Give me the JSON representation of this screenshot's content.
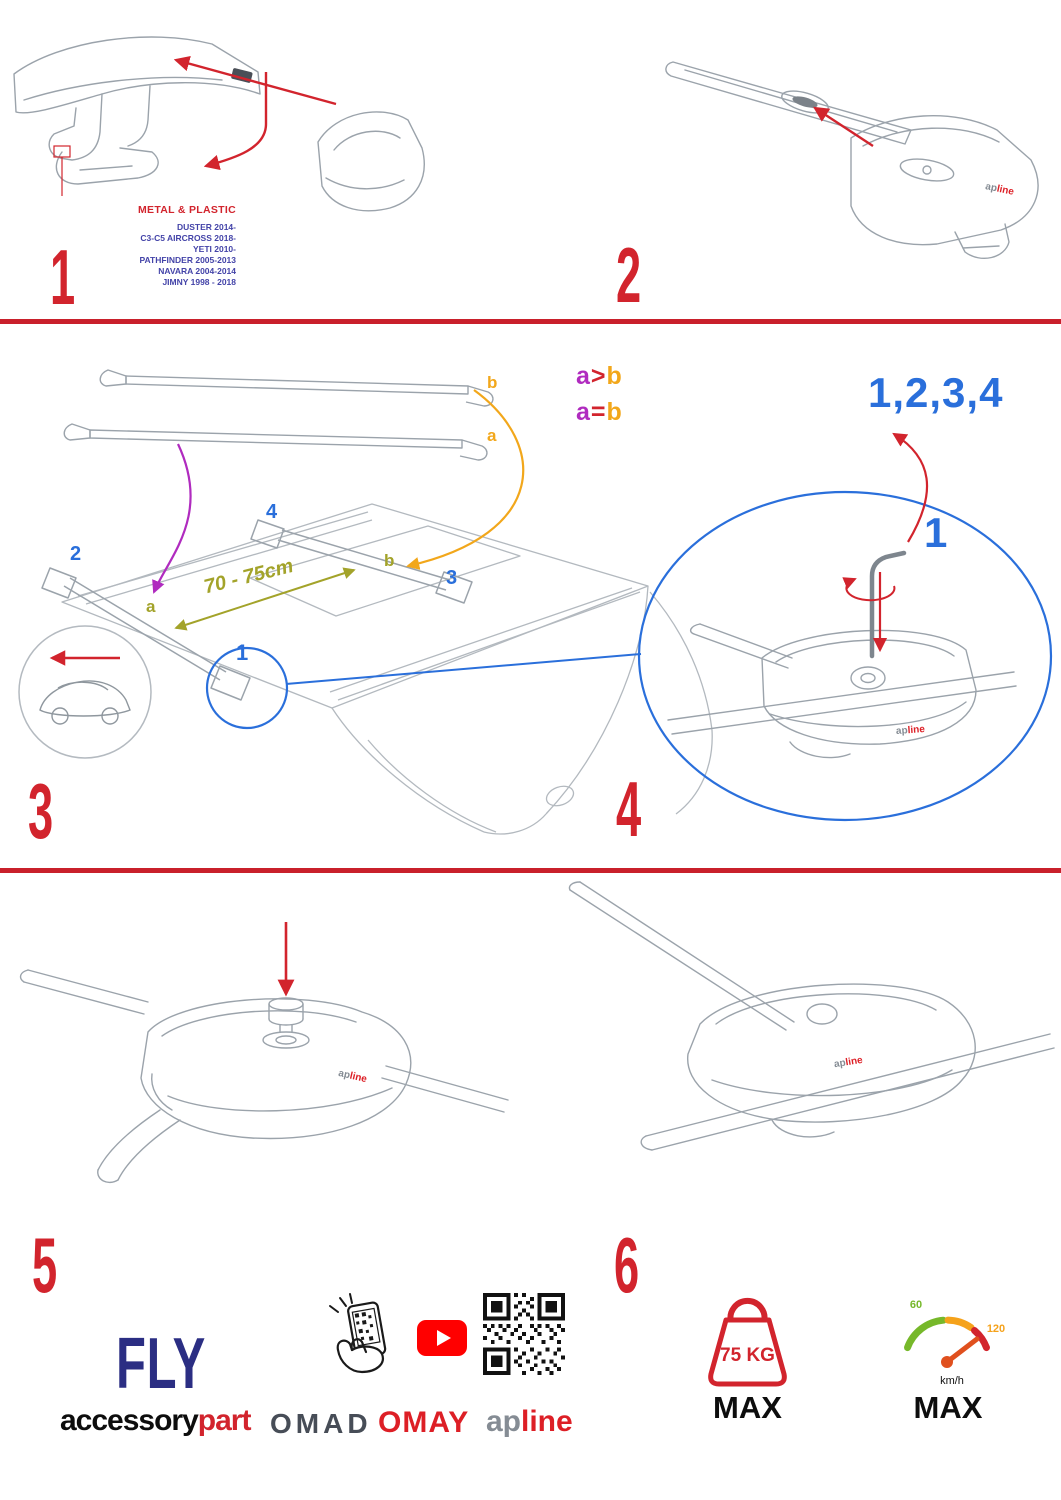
{
  "colors": {
    "red": "#d2242d",
    "blue": "#2a6fdb",
    "purple": "#b02bbf",
    "orange": "#f2a71b",
    "olive": "#a3a32a",
    "drawing_gray": "#9ba3ab",
    "navy": "#2b2e83",
    "model_blue": "#4343a8"
  },
  "steps": {
    "s1": {
      "num": "1",
      "heading": "METAL & PLASTIC",
      "models": [
        "DUSTER 2014-",
        "C3-C5 AIRCROSS 2018-",
        "YETI 2010-",
        "PATHFINDER 2005-2013",
        "NAVARA 2004-2014",
        "JIMNY 1998 - 2018"
      ]
    },
    "s2": {
      "num": "2"
    },
    "s3": {
      "num": "3",
      "loose_b": "b",
      "loose_a": "a",
      "cmp_gt": {
        "a": "a",
        "op": ">",
        "b": "b"
      },
      "cmp_eq": {
        "a": "a",
        "op": "=",
        "b": "b"
      },
      "pos2": "2",
      "pos4": "4",
      "pos3": "3",
      "pos1": "1",
      "roof_a": "a",
      "roof_b": "b",
      "measure": "70 - 75cm"
    },
    "s4": {
      "num": "4",
      "sequence": "1,2,3,4",
      "first": "1"
    },
    "s5": {
      "num": "5"
    },
    "s6": {
      "num": "6"
    }
  },
  "brand": {
    "ap": "ap",
    "line": "line"
  },
  "footer": {
    "fly": "FLY",
    "accessory": "accessory",
    "part": "part",
    "omad": "OMAD",
    "omay": "OMAY",
    "weight": "75 KG",
    "weight_max": "MAX",
    "speed_low": "60",
    "speed_high": "120",
    "speed_unit": "km/h",
    "speed_max": "MAX"
  }
}
